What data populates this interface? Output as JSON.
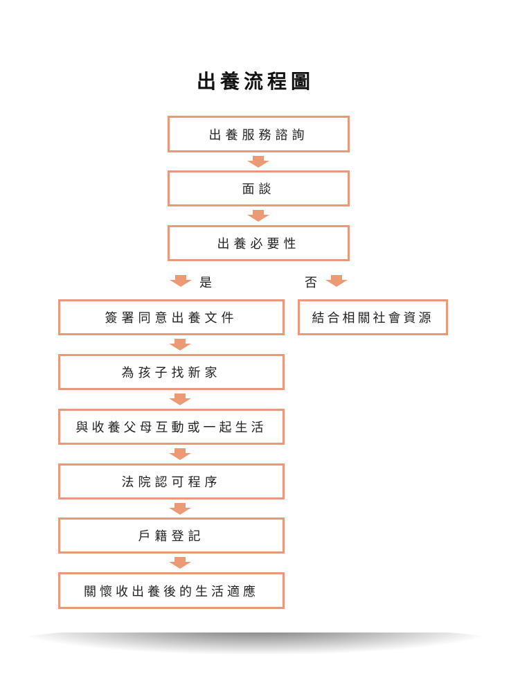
{
  "title": "出養流程圖",
  "main_flow": [
    "出養服務諮詢",
    "面談",
    "出養必要性"
  ],
  "branch_labels": {
    "yes": "是",
    "no": "否"
  },
  "yes_flow": [
    "簽署同意出養文件",
    "為孩子找新家",
    "與收養父母互動或一起生活",
    "法院認可程序",
    "戶籍登記",
    "關懷收出養後的生活適應"
  ],
  "no_flow": [
    "結合相關社會資源"
  ],
  "colors": {
    "border": "#e9997a",
    "arrow": "#ec9a76"
  }
}
